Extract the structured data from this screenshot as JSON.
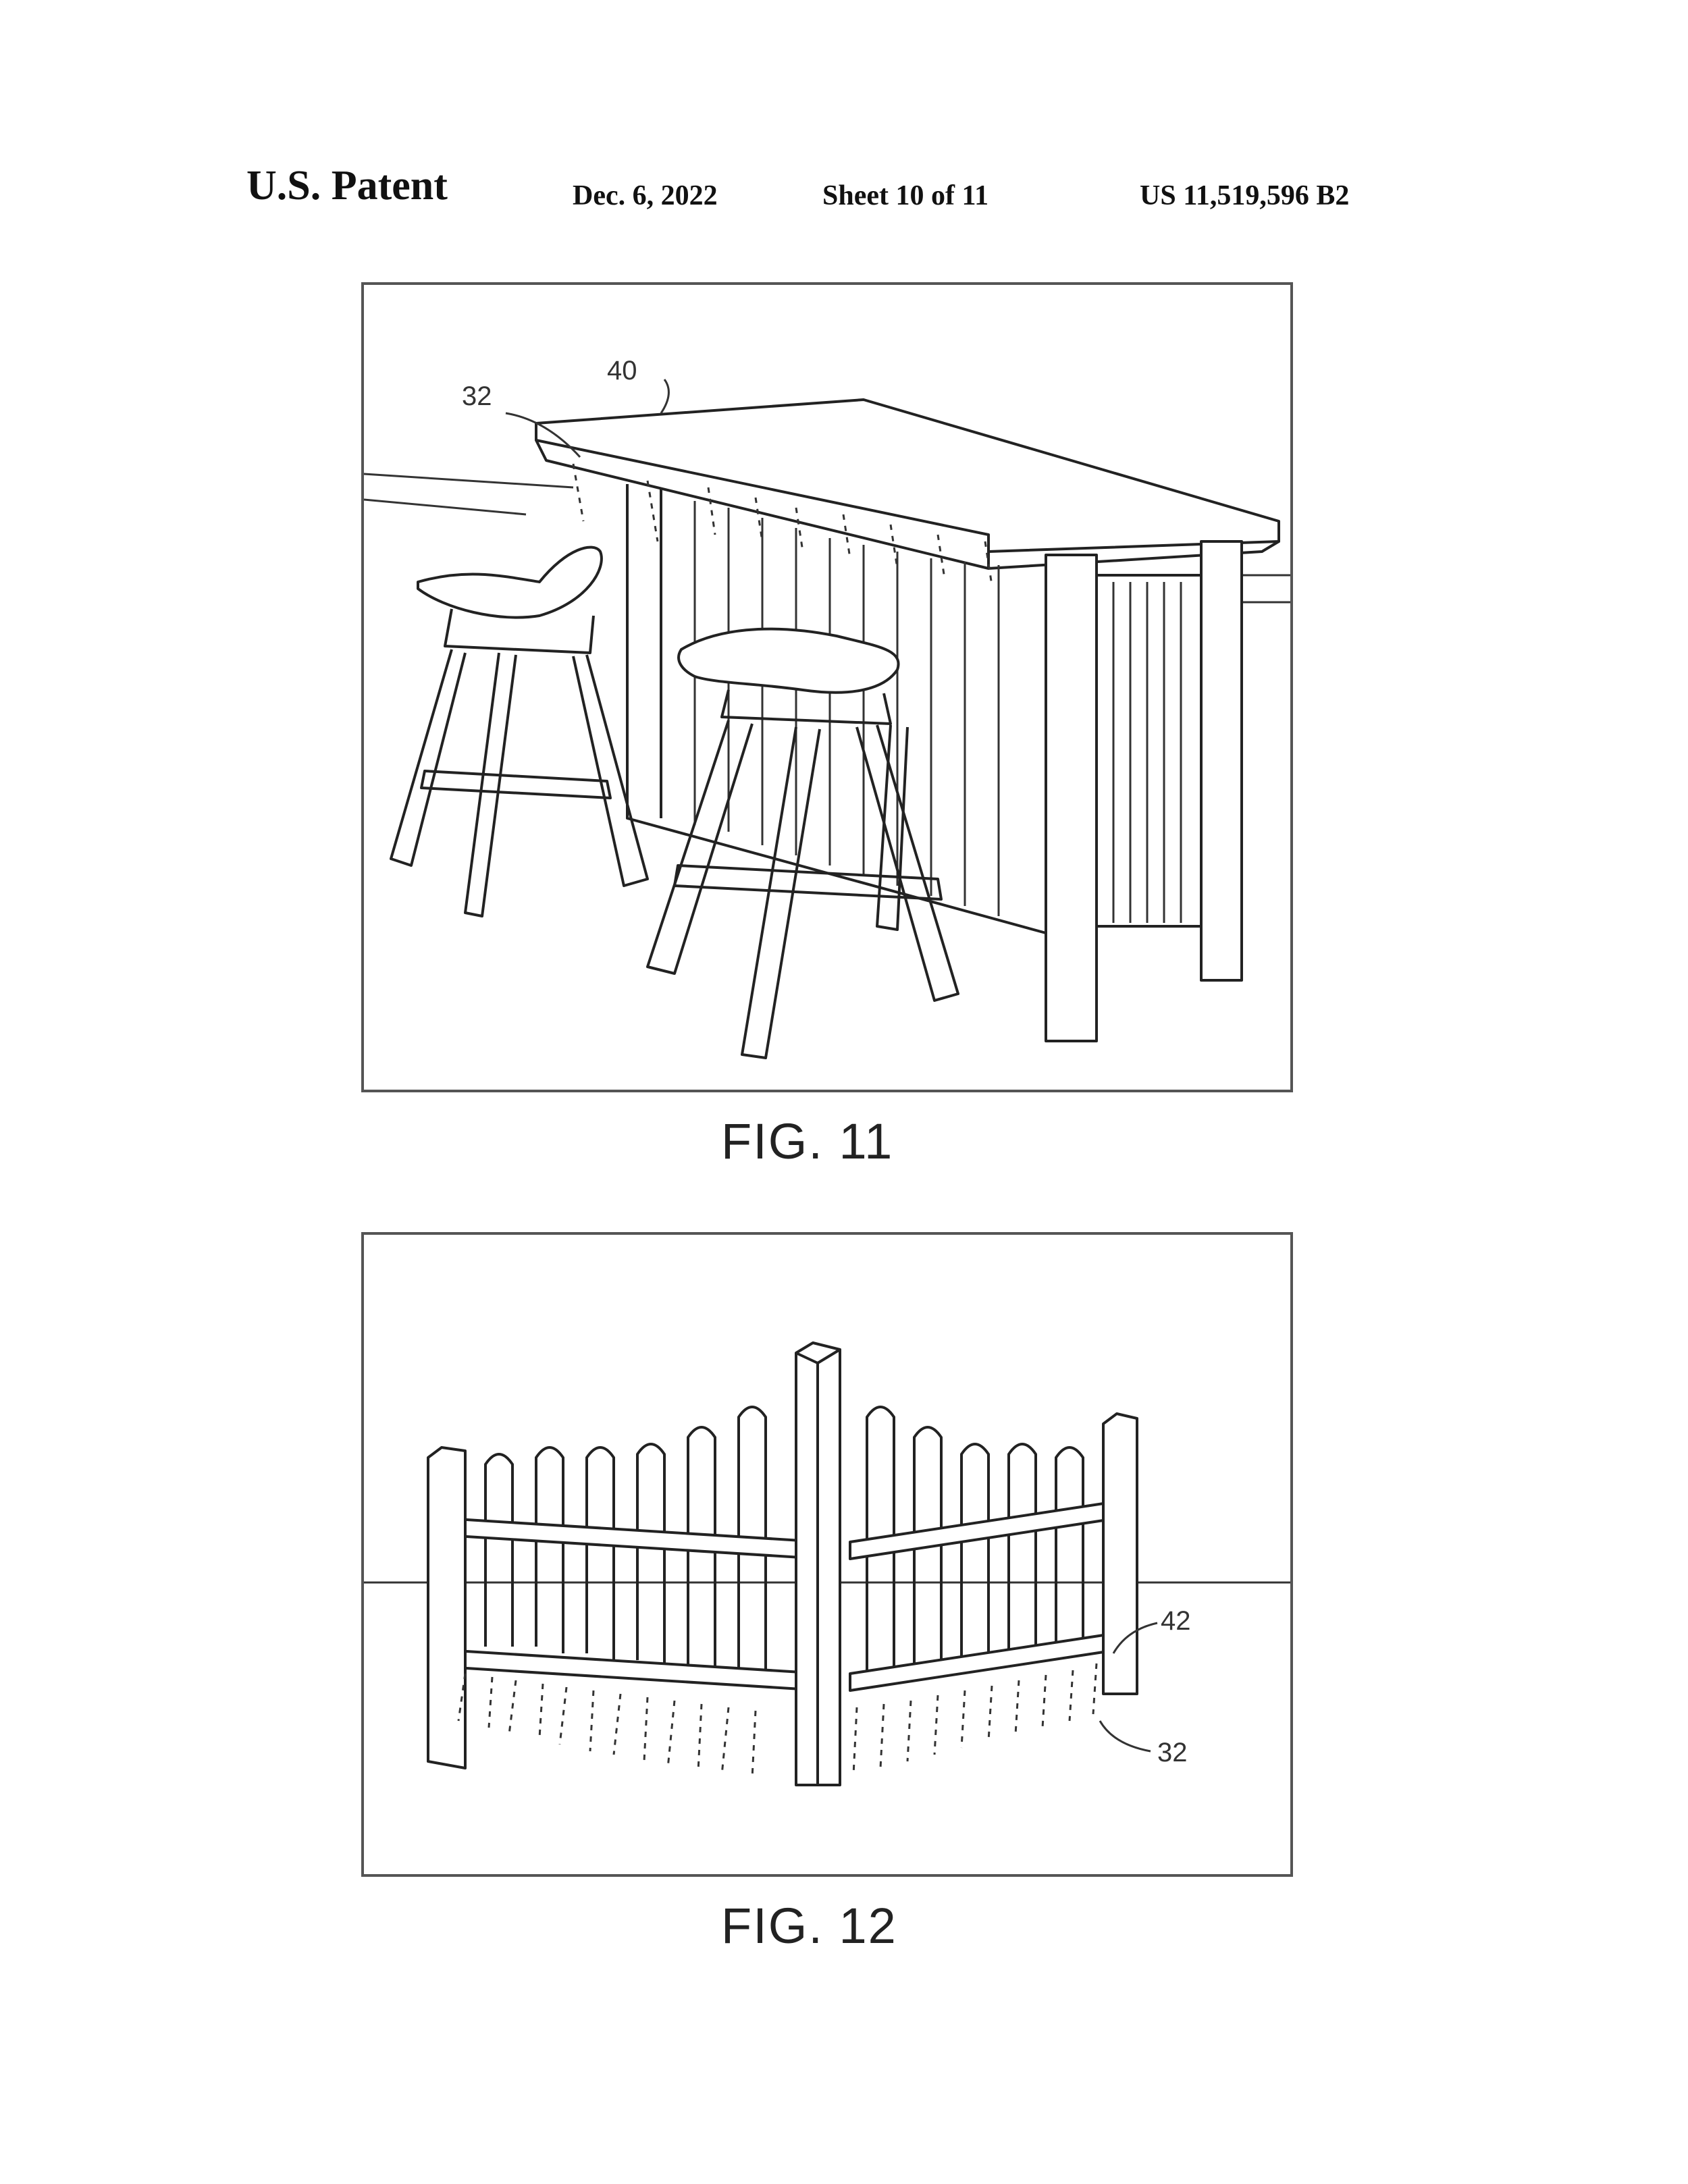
{
  "header": {
    "title": "U.S. Patent",
    "date": "Dec. 6, 2022",
    "sheet": "Sheet 10 of 11",
    "patent_number": "US 11,519,596 B2"
  },
  "figures": [
    {
      "label": "FIG. 11",
      "refs": [
        "40",
        "32"
      ]
    },
    {
      "label": "FIG. 12",
      "refs": [
        "42",
        "32"
      ]
    }
  ]
}
